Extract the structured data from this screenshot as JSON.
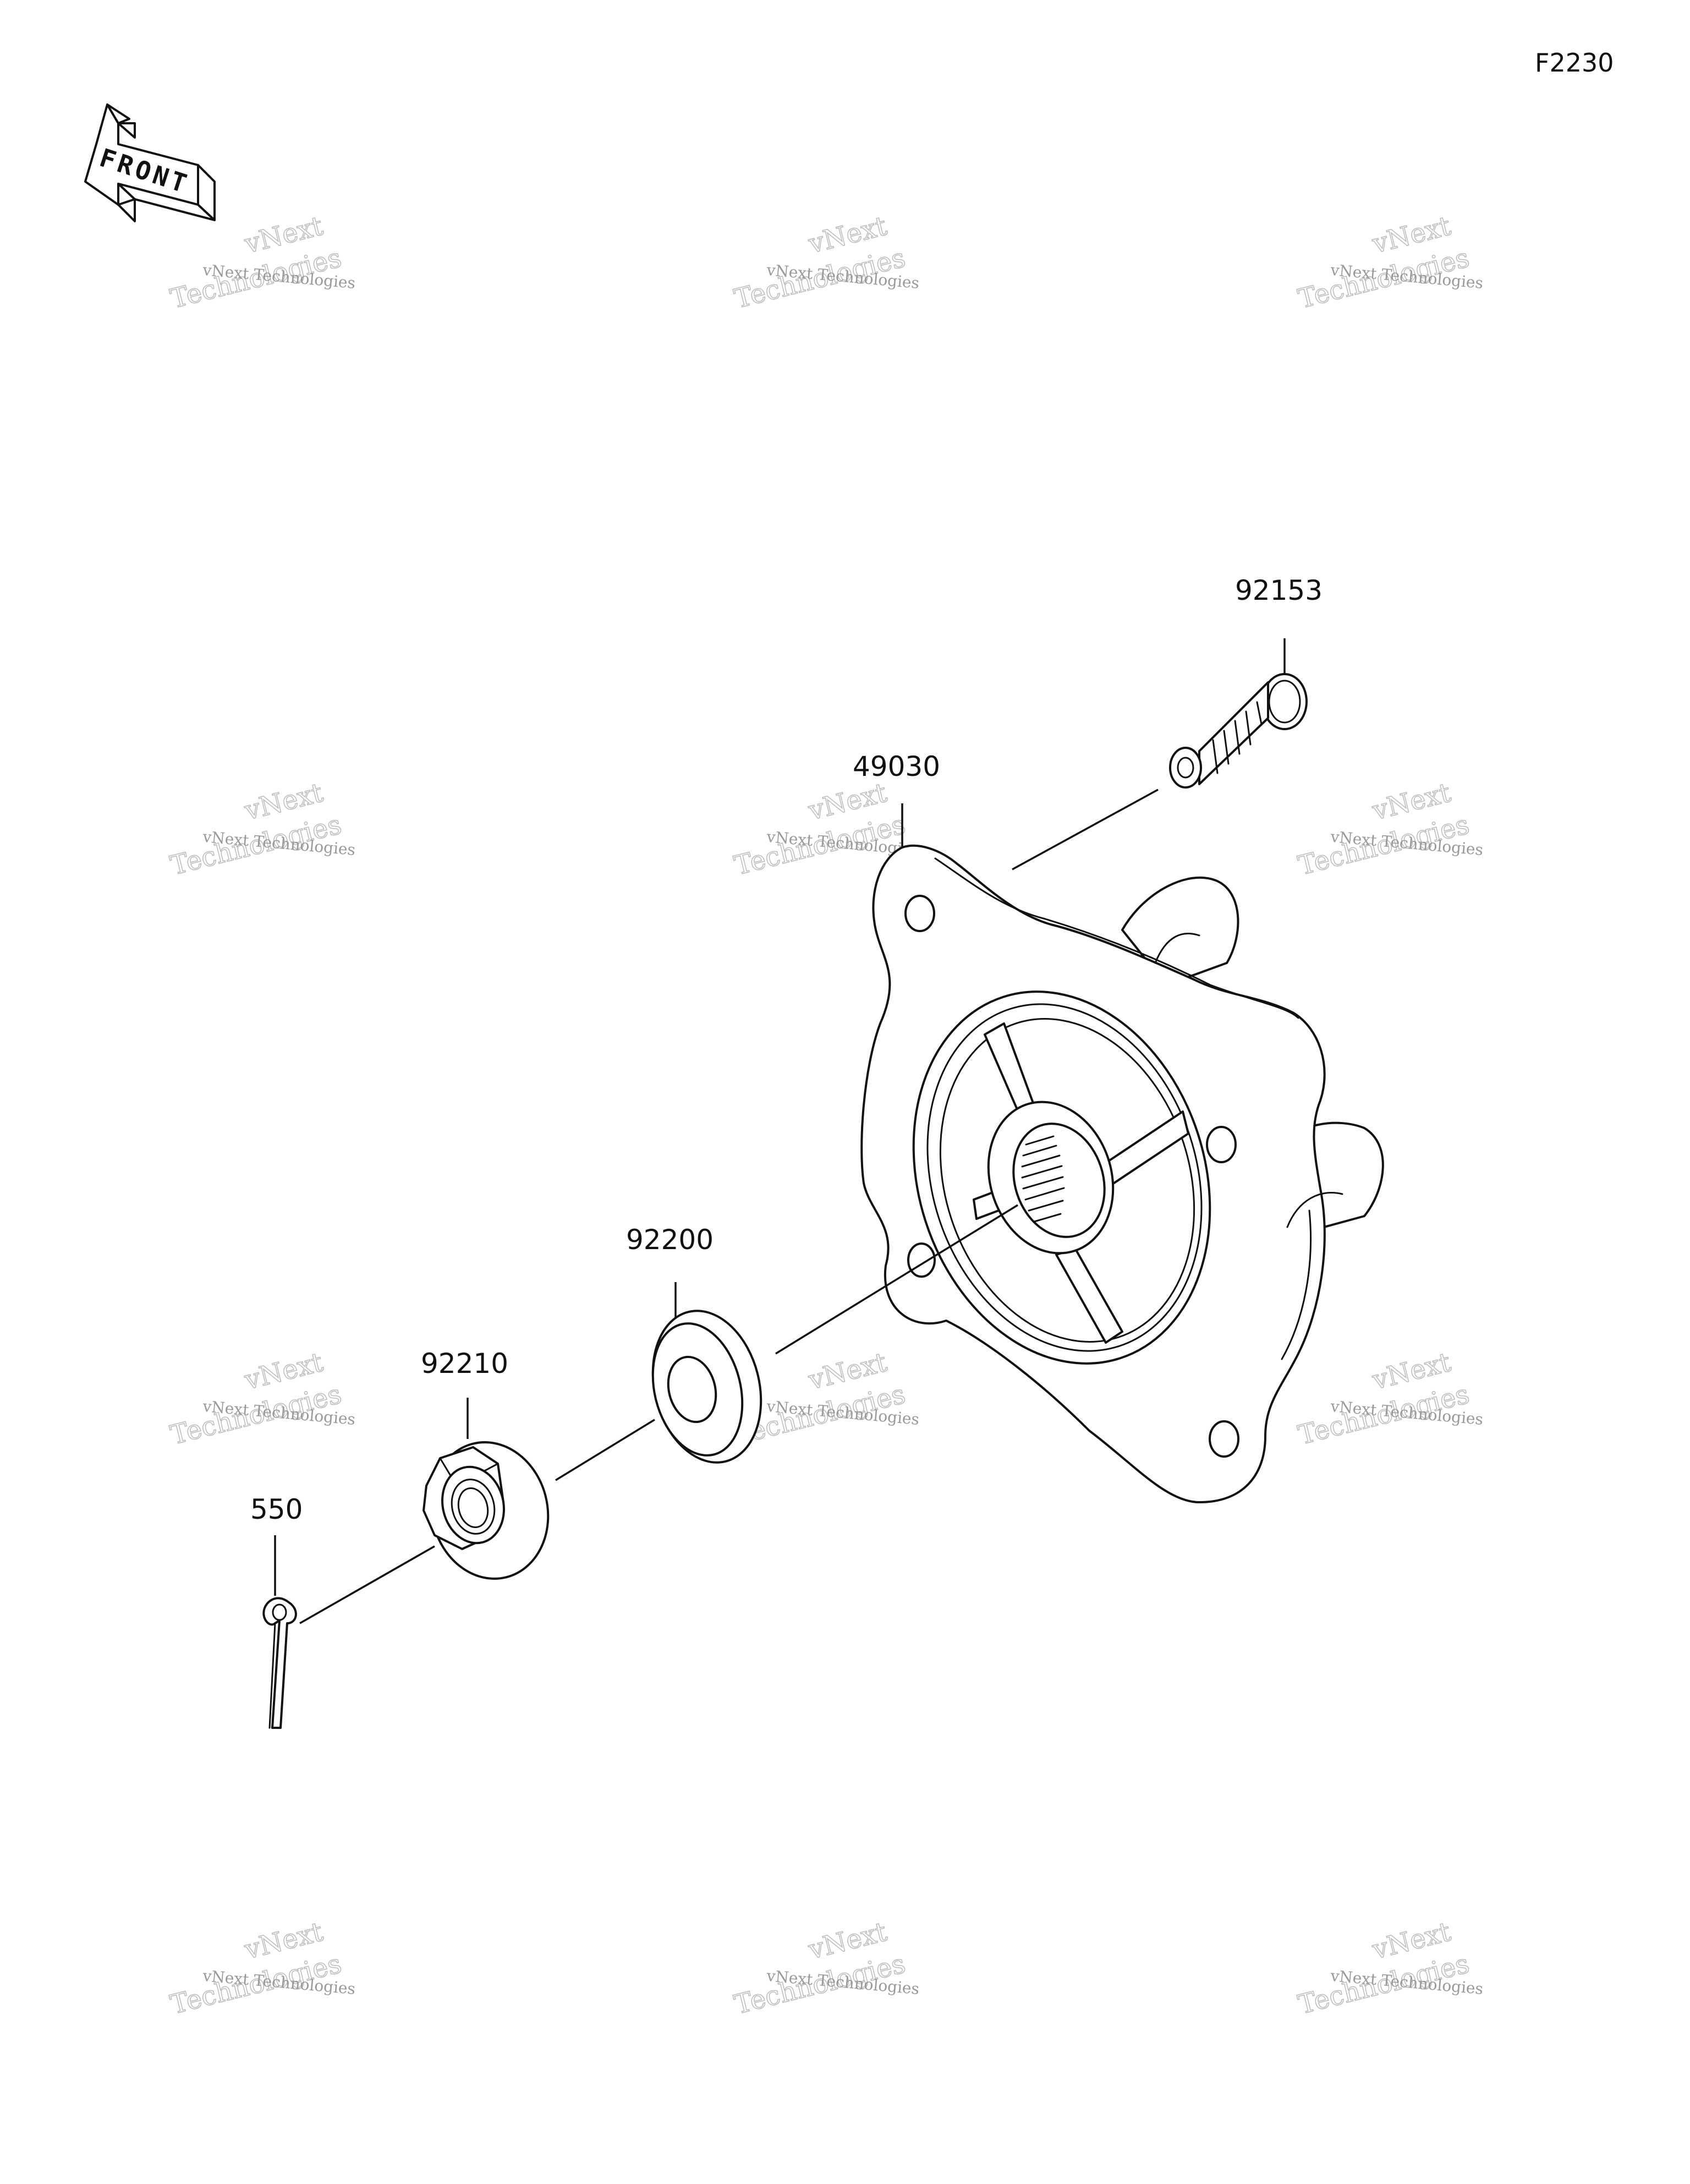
{
  "figure_code": "F2230",
  "front_label": "FRONT",
  "watermark": {
    "line1": "vNext Technologies",
    "line2": "vNext",
    "line3": "Technologies"
  },
  "parts": [
    {
      "part_number": "92153",
      "part": "hub-bolt"
    },
    {
      "part_number": "49030",
      "part": "sprocket-hub"
    },
    {
      "part_number": "92200",
      "part": "washer"
    },
    {
      "part_number": "92210",
      "part": "flange-nut"
    },
    {
      "part_number": "550",
      "part": "cotter-pin"
    }
  ]
}
